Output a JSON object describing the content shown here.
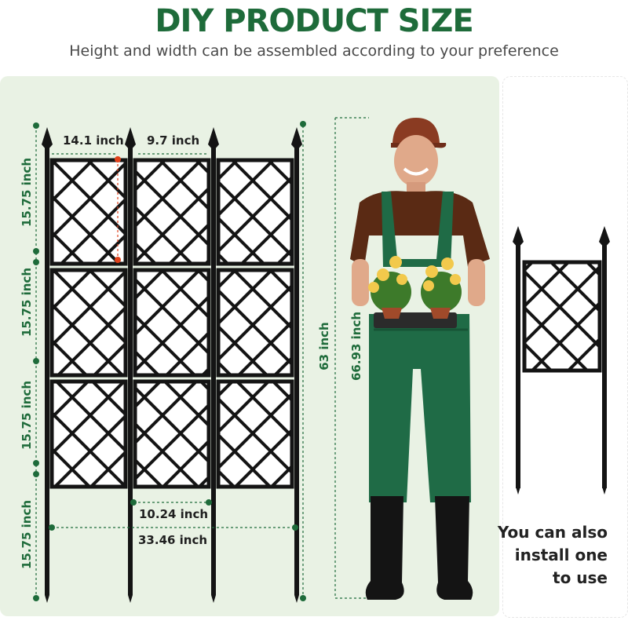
{
  "header": {
    "title": "DIY PRODUCT SIZE",
    "subtitle": "Height and width can be assembled according to your preference"
  },
  "dimensions": {
    "panel_width": "14.1 inch",
    "panel_gap": "9.7 inch",
    "post_spacing": "10.24 inch",
    "total_width": "33.46 inch",
    "section_height": "15.75 inch",
    "fence_height": "63 inch",
    "person_height": "66.93 inch"
  },
  "note": {
    "line1": "You can also",
    "line2": "install one",
    "line3": "to use"
  },
  "colors": {
    "title_green": "#1e6b3a",
    "panel_bg": "#e9f2e4",
    "fence": "#141414",
    "marker_dot": "#1e6b3a",
    "accent_dot": "#e0411b"
  },
  "illustrations": {
    "fence": "trellis-fence-icon",
    "person": "gardener-with-flowers-icon",
    "single_panel": "single-trellis-panel-icon"
  }
}
